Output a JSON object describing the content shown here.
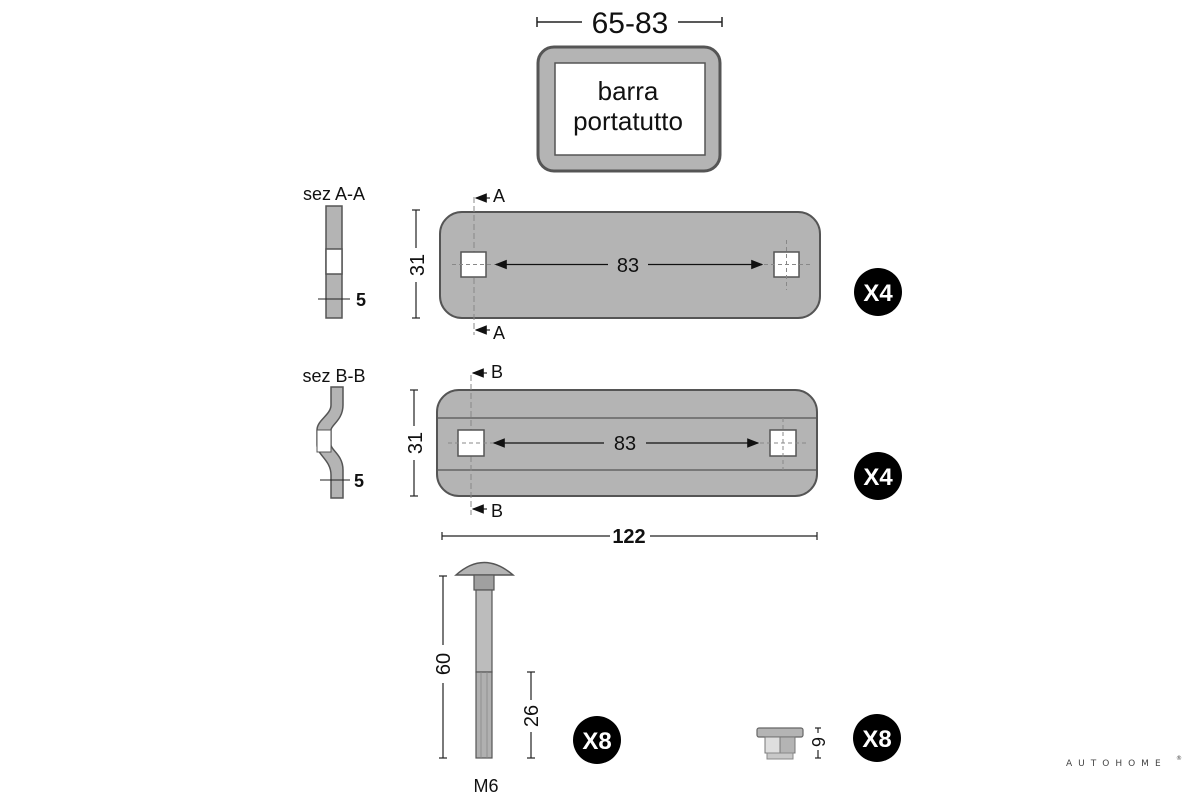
{
  "bar_profile": {
    "width_range_label": "65-83",
    "label_line1": "barra",
    "label_line2": "portatutto"
  },
  "plate_a": {
    "section_title": "sez A-A",
    "section_mark_top": "A",
    "section_mark_bottom": "A",
    "height_dim": "31",
    "hole_spacing_dim": "83",
    "thickness_dim": "5",
    "quantity": "X4"
  },
  "plate_b": {
    "section_title": "sez B-B",
    "section_mark_top": "B",
    "section_mark_bottom": "B",
    "height_dim": "31",
    "hole_spacing_dim": "83",
    "thickness_dim": "5",
    "quantity": "X4"
  },
  "overall_length_dim": "122",
  "bolt": {
    "length_dim": "60",
    "thread_dim": "26",
    "thread_label": "M6",
    "quantity": "X8"
  },
  "nut": {
    "height_dim": "6",
    "quantity": "X8"
  },
  "brand": {
    "name": "AUTOHOME",
    "mark": "®"
  },
  "colors": {
    "part_fill": "#b4b4b4",
    "outline": "#555555",
    "badge": "#000000"
  }
}
